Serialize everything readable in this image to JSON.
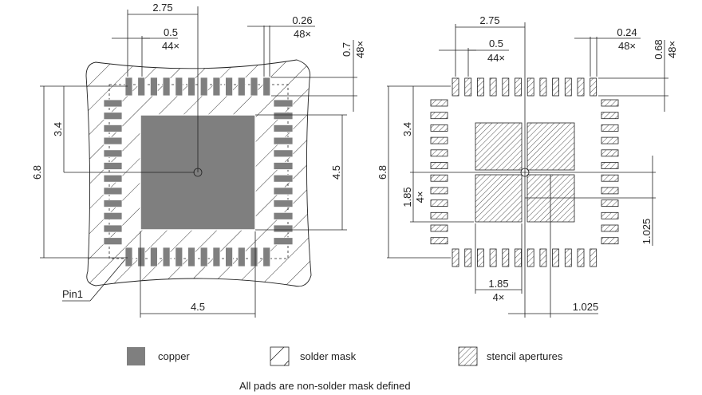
{
  "colors": {
    "copper": "#7f7f7f",
    "line": "#222222",
    "mask_fill": "#ffffff"
  },
  "left_view": {
    "dim_pitch_span": "2.75",
    "dim_pitch": "0.5",
    "dim_pitch_count": "44×",
    "dim_pad_width": "0.26",
    "dim_pad_width_count": "48×",
    "dim_pad_length": "0.7",
    "dim_pad_length_count": "48×",
    "dim_row_half": "3.4",
    "dim_row_span": "6.8",
    "dim_pad_height": "4.5",
    "dim_pad_width_bottom": "4.5",
    "pin1_label": "Pin1",
    "pads_per_side": 12
  },
  "right_view": {
    "dim_pitch_span": "2.75",
    "dim_pitch": "0.5",
    "dim_pitch_count": "44×",
    "dim_pad_width": "0.24",
    "dim_pad_width_count": "48×",
    "dim_pad_length": "0.68",
    "dim_pad_length_count": "48×",
    "dim_row_half": "3.4",
    "dim_row_span": "6.8",
    "dim_aperture_v": "1.85",
    "dim_aperture_v_count": "4×",
    "dim_aperture_h": "1.85",
    "dim_aperture_h_count": "4×",
    "dim_offset_v": "1.025",
    "dim_offset_h": "1.025",
    "pads_per_side": 12
  },
  "legend": {
    "copper": "copper",
    "solder_mask": "solder mask",
    "stencil": "stencil apertures"
  },
  "notes": [
    "All pads are non-solder mask defined"
  ]
}
